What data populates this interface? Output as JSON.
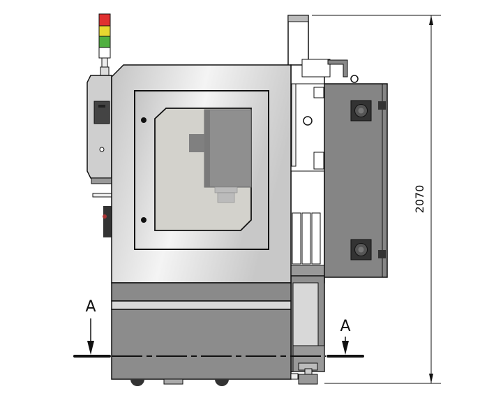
{
  "drawing": {
    "dimension_height": "2070",
    "section_label_left": "A",
    "section_label_right": "A"
  },
  "colors": {
    "body_light": "#d6d6d6",
    "body_dark": "#8c8c8c",
    "cabinet": "#858585",
    "window": "#d3d2cc",
    "lamp_red": "#e03030",
    "lamp_yellow": "#e8d830",
    "lamp_green": "#50b040"
  }
}
